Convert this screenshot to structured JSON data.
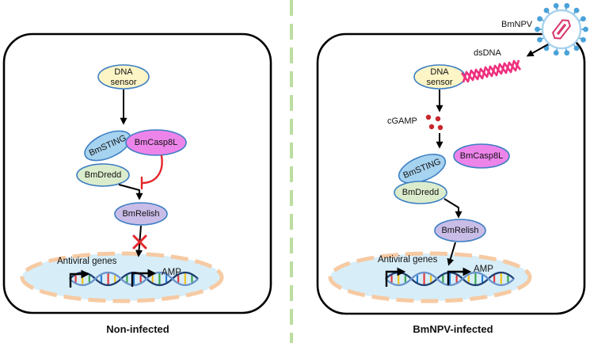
{
  "colors": {
    "panel_border": "#000000",
    "node_border": "#3d7fc4",
    "dna_sensor_fill": "#fdf5c6",
    "sting_fill": "#a6d3f0",
    "casp8l_fill": "#ec84ea",
    "dredd_fill": "#dbeccc",
    "relish_fill": "#c9bde8",
    "nucleus_fill": "#d7eef9",
    "nucleus_border": "#f6caa3",
    "inhibition": "#e3262b",
    "dsdna": "#ee2f7e",
    "cgamp": "#c8262b",
    "virus_outline": "#a9d3ef",
    "virus_spike": "#4aa2d9",
    "virus_core": "#d8346c",
    "divider": "#bcdda0"
  },
  "icons": {
    "block": "cross-icon",
    "virus": "virus-icon",
    "promoter": "bent-arrow-icon"
  },
  "left_panel": {
    "caption": "Non-infected",
    "dna_sensor": {
      "line1": "DNA",
      "line2": "sensor"
    },
    "sting": "BmSTING",
    "casp8l": "BmCasp8L",
    "dredd": "BmDredd",
    "relish": "BmRelish",
    "genes_label": "Antiviral genes",
    "amp_label": "AMP"
  },
  "right_panel": {
    "caption": "BmNPV-infected",
    "virus_label": "BmNPV",
    "dsdna_label": "dsDNA",
    "dna_sensor": {
      "line1": "DNA",
      "line2": "sensor"
    },
    "cgamp_label": "cGAMP",
    "casp8l": "BmCasp8L",
    "sting": "BmSTING",
    "dredd": "BmDredd",
    "relish": "BmRelish",
    "genes_label": "Antiviral genes",
    "amp_label": "AMP"
  }
}
